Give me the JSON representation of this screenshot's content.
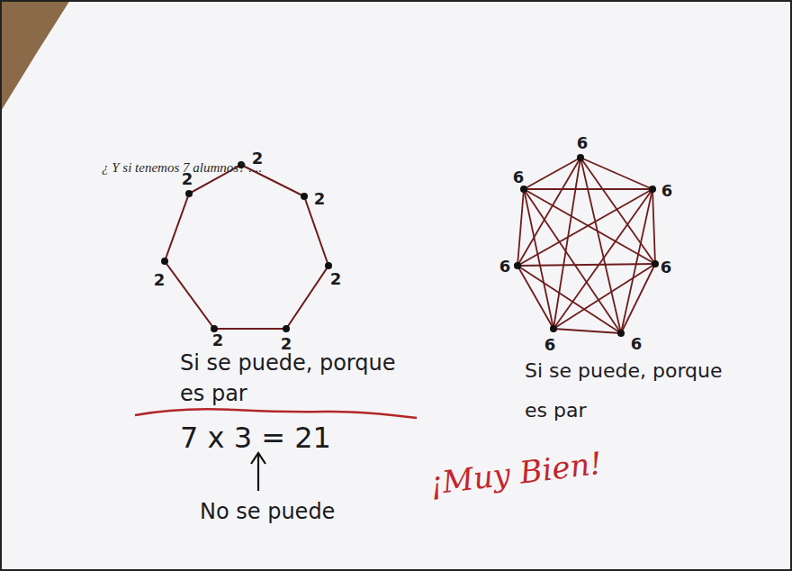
{
  "diagram": {
    "title": "¿ Y si tenemos 7 alumnos? ....",
    "labels": [
      "2",
      "2",
      "2",
      "2",
      "2",
      "2",
      "2",
      "Si se puede, porque es par",
      "7 x 3 = 21",
      "No se puede",
      "6",
      "6",
      "6",
      "6",
      "6",
      "6",
      "6",
      "Si se puede, porque es par",
      "¡Muy Bien!"
    ]
  }
}
